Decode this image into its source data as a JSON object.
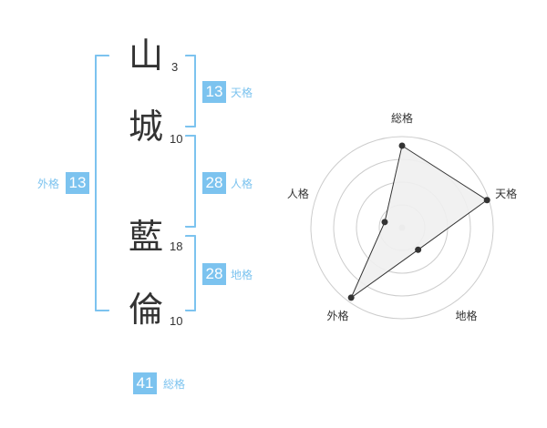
{
  "characters": [
    {
      "char": "山",
      "strokes": "3"
    },
    {
      "char": "城",
      "strokes": "10"
    },
    {
      "char": "藍",
      "strokes": "18"
    },
    {
      "char": "倫",
      "strokes": "10"
    }
  ],
  "fortunes": {
    "tenkaku": {
      "value": "13",
      "label": "天格"
    },
    "jinkaku": {
      "value": "28",
      "label": "人格"
    },
    "chikaku": {
      "value": "28",
      "label": "地格"
    },
    "gaikaku": {
      "value": "13",
      "label": "外格"
    },
    "soukaku": {
      "value": "41",
      "label": "総格"
    }
  },
  "colors": {
    "accent": "#7cc3ef",
    "text": "#333333",
    "radar_fill": "#f0f0f0",
    "grid": "#cccccc"
  },
  "chart_data": {
    "type": "radar",
    "axes": [
      "総格",
      "天格",
      "地格",
      "外格",
      "人格"
    ],
    "rings": 4,
    "values": [
      0.9,
      0.98,
      0.3,
      0.95,
      0.2
    ]
  }
}
